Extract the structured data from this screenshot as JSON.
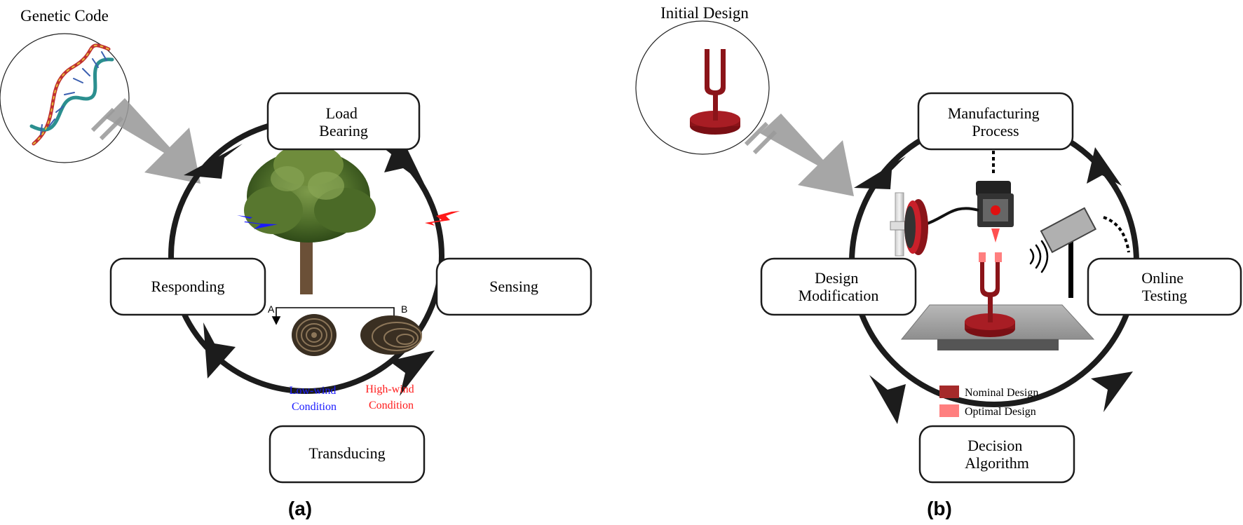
{
  "panel_a": {
    "top_label": "Genetic Code",
    "nodes": {
      "load_bearing": [
        "Load",
        "Bearing"
      ],
      "sensing": [
        "Sensing"
      ],
      "transducing": [
        "Transducing"
      ],
      "responding": [
        "Responding"
      ]
    },
    "branch_a": "A",
    "branch_b": "B",
    "low_wind": [
      "Low-wind",
      "Condition"
    ],
    "high_wind": [
      "High-wind",
      "Condition"
    ],
    "caption": "(a)",
    "colors": {
      "low_wind": "#1a1aff",
      "high_wind": "#ff1a1a"
    }
  },
  "panel_b": {
    "top_label": "Initial Design",
    "nodes": {
      "manufacturing": [
        "Manufacturing",
        "Process"
      ],
      "online_testing": [
        "Online",
        "Testing"
      ],
      "decision": [
        "Decision",
        "Algorithm"
      ],
      "design_modification": [
        "Design",
        "Modification"
      ]
    },
    "legend": [
      {
        "label": "Nominal Design",
        "color": "#a52a2a"
      },
      {
        "label": "Optimal Design",
        "color": "#ff7f7f"
      }
    ],
    "caption": "(b)"
  }
}
